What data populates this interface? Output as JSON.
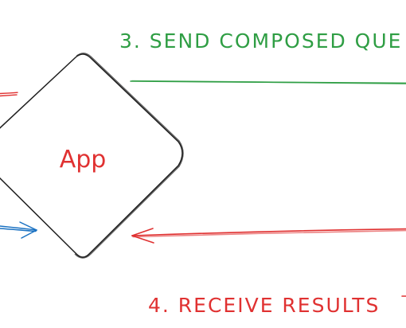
{
  "diagram": {
    "node_app": {
      "label": "App",
      "text_color": "#e03131",
      "stroke_color": "#1e1e1e"
    },
    "step3": {
      "label": "3. SEND COMPOSED QUE",
      "color": "#2f9e44"
    },
    "step4": {
      "label": "4. RECEIVE RESULTS",
      "color": "#e03131"
    },
    "left_arrow_color": "#1971c2"
  }
}
